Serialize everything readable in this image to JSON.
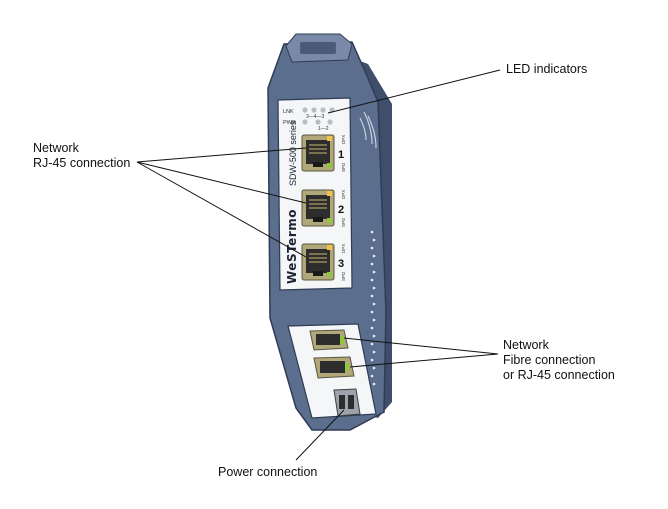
{
  "callouts": {
    "led": "LED indicators",
    "rj45": [
      "Network",
      "RJ-45 connection"
    ],
    "fibre": [
      "Network",
      "Fibre connection",
      "or RJ-45 connection"
    ],
    "power": "Power connection"
  },
  "device": {
    "brand": "WeSTermo",
    "series": "SDW-500 series",
    "led_labels": {
      "lnk": "LNK",
      "pwr": "PWR",
      "top_nums": "3—4—3",
      "bottom_nums": "1—2"
    },
    "ports": [
      {
        "number": "1",
        "top_label": "DPX",
        "bottom_label": "SPD"
      },
      {
        "number": "2",
        "top_label": "DPX",
        "bottom_label": "SPD"
      },
      {
        "number": "3",
        "top_label": "DPX",
        "bottom_label": "SPD"
      }
    ]
  },
  "colors": {
    "housing": "#5b6e8e",
    "housing_dark": "#3e4e6b",
    "housing_light": "#8494b0",
    "panel": "#f4f6f8",
    "port_metal": "#b0a878",
    "led_green": "#8ec63f",
    "led_amber": "#f2c14e",
    "line": "#111111"
  }
}
